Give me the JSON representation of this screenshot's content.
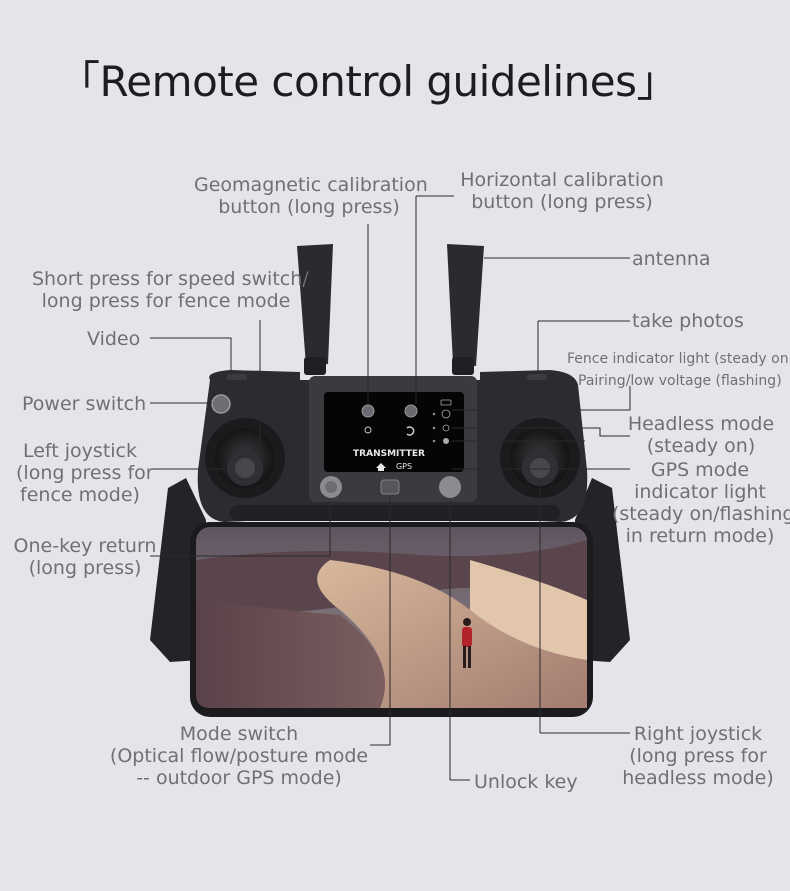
{
  "title": "Remote control guidelines",
  "title_open": "「",
  "title_close": "」",
  "controller": {
    "screen_text": "TRANSMITTER",
    "gps_text": "GPS"
  },
  "labels": {
    "geomagnetic": [
      "Geomagnetic calibration",
      "button (long press)"
    ],
    "horizontal": [
      "Horizontal calibration",
      "button (long press)"
    ],
    "antenna": "antenna",
    "speed_switch": [
      "Short press for speed switch/",
      "long press for fence mode"
    ],
    "video": "Video",
    "take_photos": "take photos",
    "fence_light": "Fence indicator light (steady on)",
    "pairing": "Pairing/low voltage (flashing)",
    "power_switch": "Power switch",
    "headless": [
      "Headless mode",
      "(steady on)"
    ],
    "left_joystick": [
      "Left joystick",
      "(long press for",
      "fence mode)"
    ],
    "gps_mode": [
      "GPS mode",
      "indicator light",
      "(steady on/flashing",
      "in return mode)"
    ],
    "one_key_return": [
      "One-key return",
      "(long press)"
    ],
    "mode_switch": [
      "Mode switch",
      "(Optical flow/posture mode",
      "-- outdoor GPS mode)"
    ],
    "unlock": "Unlock key",
    "right_joystick": [
      "Right joystick",
      "(long press for",
      "headless mode)"
    ]
  },
  "colors": {
    "background": "#e4e5ea",
    "title": "#1d1d1f",
    "label": "#6f7076",
    "leader": "#2a2a2a",
    "controller_body": "#2b2c2f",
    "sand_light": "#c9a68a",
    "sand_dark": "#6a4f55",
    "sky": "#8a7f88"
  }
}
